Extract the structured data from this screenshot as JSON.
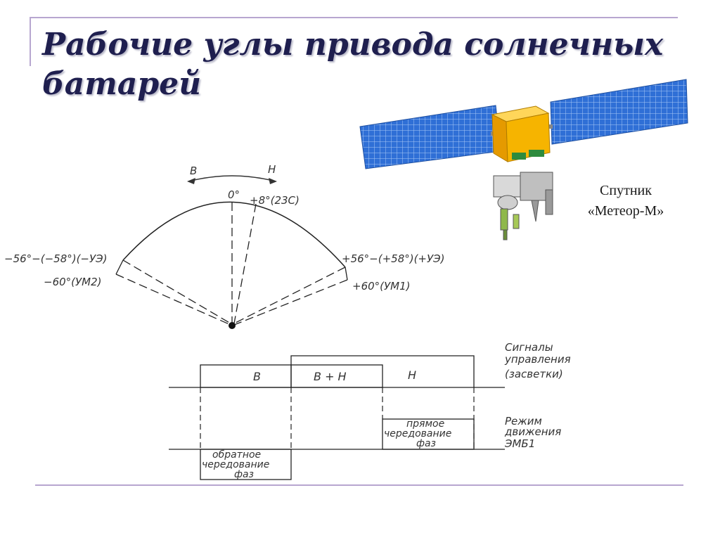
{
  "title": "Рабочие углы привода солнечных батарей",
  "satellite": {
    "caption_line1": "Спутник",
    "caption_line2": "«Метеор-М»"
  },
  "angle_diagram": {
    "dir_left": "В",
    "dir_right": "Н",
    "zero": "0°",
    "plus8": "+8°(23С)",
    "minus56": "−56°−(−58°)(−УЭ)",
    "minus60": "−60°(УМ2)",
    "plus56": "+56°−(+58°)(+УЭ)",
    "plus60": "+60°(УМ1)"
  },
  "timing_diagram": {
    "pulse_v": "В",
    "pulse_vn": "В + Н",
    "pulse_n": "Н",
    "signals_label": [
      "Сигналы",
      "управления",
      "(засветки)"
    ],
    "mode_label": [
      "Режим",
      "движения",
      "ЭМБ1"
    ],
    "direct_phase": [
      "прямое",
      "чередование",
      "фаз"
    ],
    "reverse_phase": [
      "обратное",
      "чередование",
      "фаз"
    ]
  },
  "colors": {
    "title": "#1f1f4f",
    "rule": "#b7a6d0",
    "panel": "#2f6fd6",
    "body": "#f2a900"
  }
}
